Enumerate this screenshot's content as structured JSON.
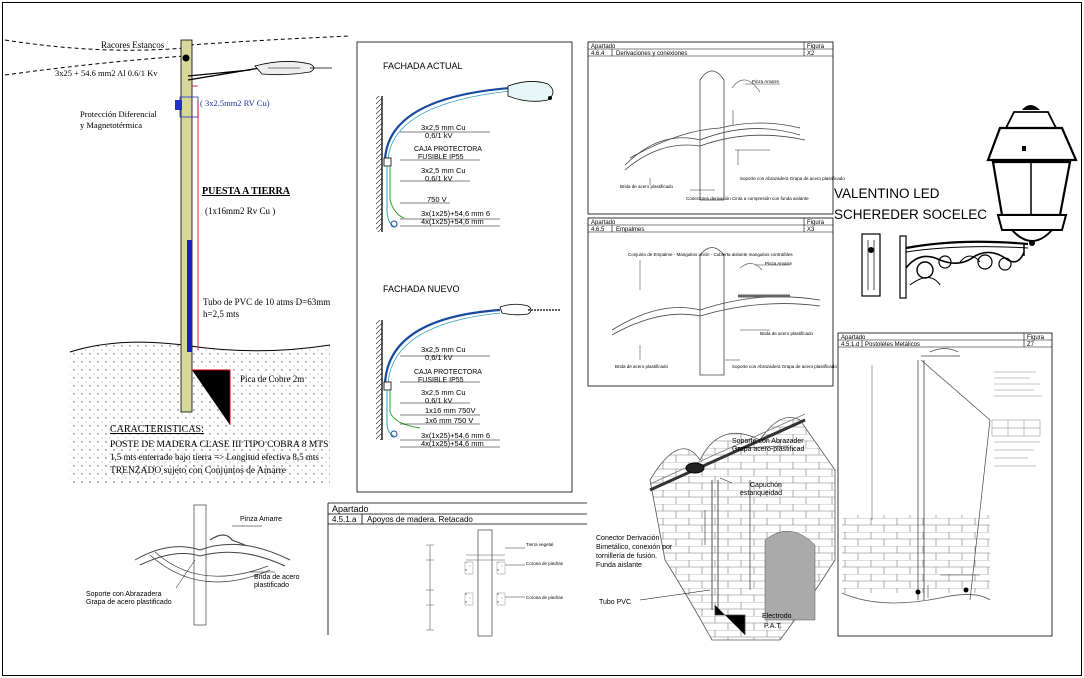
{
  "pole_section": {
    "label_racores": "Racores Estancos",
    "label_cable_al": "3x25 + 54.6 mm2 Al  0.6/1 Kv",
    "label_cable_cu": "( 3x2.5mm2 RV Cu)",
    "label_proteccion_1": "Protección Diferencial",
    "label_proteccion_2": "y Magnetotérmica",
    "label_puesta_tierra": "PUESTA A TIERRA",
    "label_tierra_cable": "(1x16mm2 Rv Cu  )",
    "label_tubo_1": "Tubo de PVC de 10 atms D=63mm",
    "label_tubo_2": "h=2,5 mts",
    "label_pica": "Pica de Cobre 2m",
    "caracteristicas_title": "CARACTERISTICAS:",
    "caracteristicas_lines": [
      "POSTE DE MADERA CLASE III TIPO COBRA 8 MTS",
      "1,5 mts enterrado bajo tierra => Longitud efectiva 8,5 mts",
      "TRENZADO sujeto con Conjuntos de Amarre"
    ]
  },
  "fachada_panel": {
    "title_actual": "FACHADA  ACTUAL",
    "title_nuevo": "FACHADA  NUEVO",
    "actual_labels": [
      "3x2,5  mm  Cu",
      "0,6/1  kV",
      "CAJA  PROTECTORA",
      "FUSIBLE  IP55",
      "3x2,5  mm  Cu",
      "0,6/1  kV",
      "750  V",
      "3x(1x25)+54,6  mm  6",
      "4x(1x25)+54,6  mm"
    ],
    "nuevo_labels": [
      "3x2,5  mm  Cu",
      "0,6/1  kV",
      "CAJA  PROTECTORA",
      "FUSIBLE  IP55",
      "3x2,5  mm  Cu",
      "0,6/1  kV",
      "1x16  mm  750V",
      "1x6  mm  750 V",
      "3x(1x25)+54,6  mm  6",
      "4x(1x25)+54,6  mm"
    ]
  },
  "derivaciones": {
    "apartado_label": "Apartado",
    "figura_label": "Figura",
    "code": "4.6.4",
    "title": "Derivaciones y conexiones",
    "figura": "X2",
    "labels": [
      "Pinza Amarre",
      "Brida de acero plastificado",
      "Soporte con Abrazadera Grapa de acero plastificado",
      "Conectores derivación Cinta a compresión con funda aislante"
    ]
  },
  "empalmes": {
    "apartado_label": "Apartado",
    "figura_label": "Figura",
    "code": "4.6.5",
    "title": "Empalmes",
    "figura": "X3",
    "labels": [
      "Conjunto de Empalme - Manguitos unión - Cubierta aislante manguitos contraíbles",
      "Pinza Amarre",
      "Brida de acero plastificado",
      "Soporte con Abrazadera Grapa de acero plastificado",
      "Brida de acero plastificado"
    ]
  },
  "valentino": {
    "line1": "VALENTINO LED",
    "line2": "SCHEREDER SOCELEC"
  },
  "postes_metalicos": {
    "apartado_label": "Apartado",
    "figura_label": "Figura",
    "code": "4.5.1.d",
    "title": "Postoletes Metálicos",
    "figura": "Z7"
  },
  "pinza_detail": {
    "label_pinza": "Pinza Amarre",
    "label_soporte_1": "Soporte con Abrazadera",
    "label_soporte_2": "Grapa de acero plastificado",
    "label_brida_1": "Brida de acero",
    "label_brida_2": "plastificado"
  },
  "apoyos": {
    "apartado_label": "Apartado",
    "code": "4.5.1.a",
    "title": "Apoyos de madera. Retacado",
    "labels": [
      "Tierra vegetal",
      "Corona de piedras",
      "Corona de piedras"
    ]
  },
  "facade_detail": {
    "label_soporte_1": "Soporte con Abrazader",
    "label_soporte_2": "Grapa acero-plastificad",
    "label_capuchon_1": "Capuchón",
    "label_capuchon_2": "estanqueidad",
    "label_conector_1": "Conector Derivación",
    "label_conector_2": "Bimetálico, conexión por",
    "label_conector_3": "tornillería de fusión.",
    "label_conector_4": "Funda aislante",
    "label_tubo": "Tubo PVC",
    "label_electrodo_1": "Electrodo",
    "label_electrodo_2": "P.A.T."
  }
}
